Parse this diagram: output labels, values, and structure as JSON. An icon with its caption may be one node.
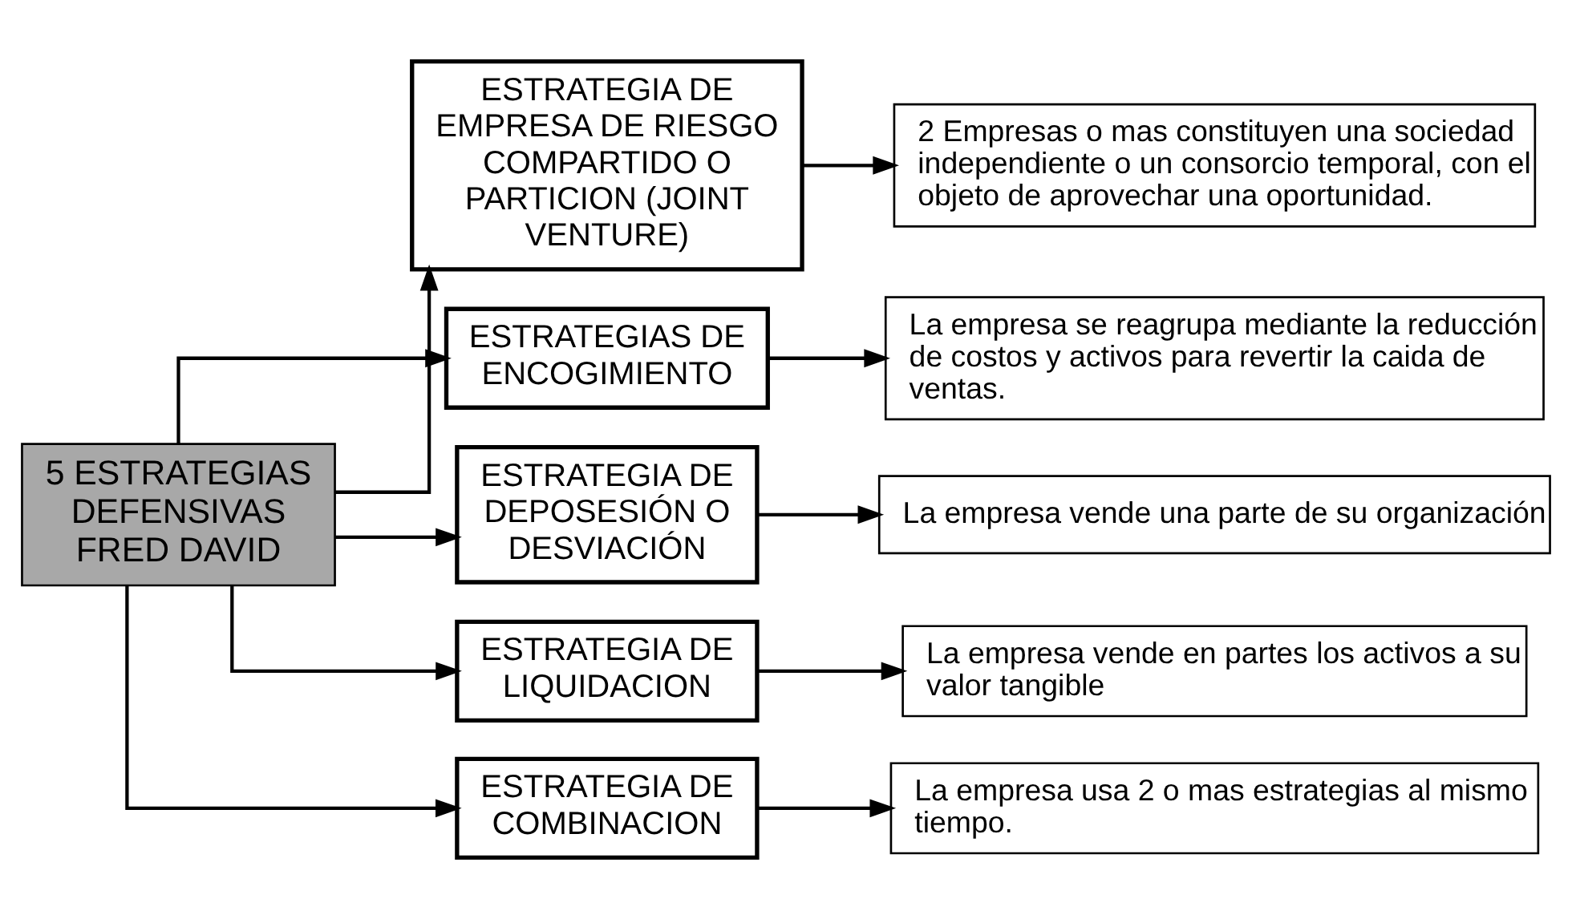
{
  "diagram": {
    "nodes": [
      {
        "text": [
          "5 ESTRATEGIAS DEFENSIVAS",
          "FRED DAVID"
        ]
      },
      {
        "text": [
          "ESTRATEGIA DE EMPRESA DE RIESGO COMPARTIDO O PARTICION (JOINT VENTURE)"
        ]
      },
      {
        "text": [
          "ESTRATEGIAS DE ENCOGIMIENTO"
        ]
      },
      {
        "text": [
          "ESTRATEGIA DE DEPOSESIÓN O DESVIACIÓN"
        ]
      },
      {
        "text": [
          "ESTRATEGIA DE LIQUIDACION"
        ]
      },
      {
        "text": [
          "ESTRATEGIA DE COMBINACION"
        ]
      },
      {
        "text": [
          "2 Empresas o mas constituyen una sociedad independiente o un consorcio temporal, con el objeto de aprovechar una oportunidad."
        ]
      },
      {
        "text": [
          "La empresa se reagrupa mediante la reducción de costos y activos para revertir la caida de ventas."
        ]
      },
      {
        "text": [
          "La empresa vende una parte de su organización"
        ]
      },
      {
        "text": [
          "La empresa vende en partes los activos a su valor tangible"
        ]
      },
      {
        "text": [
          "La empresa usa 2 o mas estrategias al mismo tiempo."
        ]
      }
    ],
    "edges": [
      {
        "from": 0,
        "to": 1,
        "arrow": "to"
      },
      {
        "from": 0,
        "to": 2,
        "arrow": "to"
      },
      {
        "from": 0,
        "to": 3,
        "arrow": "to"
      },
      {
        "from": 0,
        "to": 4,
        "arrow": "to"
      },
      {
        "from": 0,
        "to": 5,
        "arrow": "to"
      },
      {
        "from": 1,
        "to": 6,
        "arrow": "to"
      },
      {
        "from": 2,
        "to": 7,
        "arrow": "to"
      },
      {
        "from": 3,
        "to": 8,
        "arrow": "to"
      },
      {
        "from": 4,
        "to": 9,
        "arrow": "to"
      },
      {
        "from": 5,
        "to": 10,
        "arrow": "to"
      }
    ]
  }
}
